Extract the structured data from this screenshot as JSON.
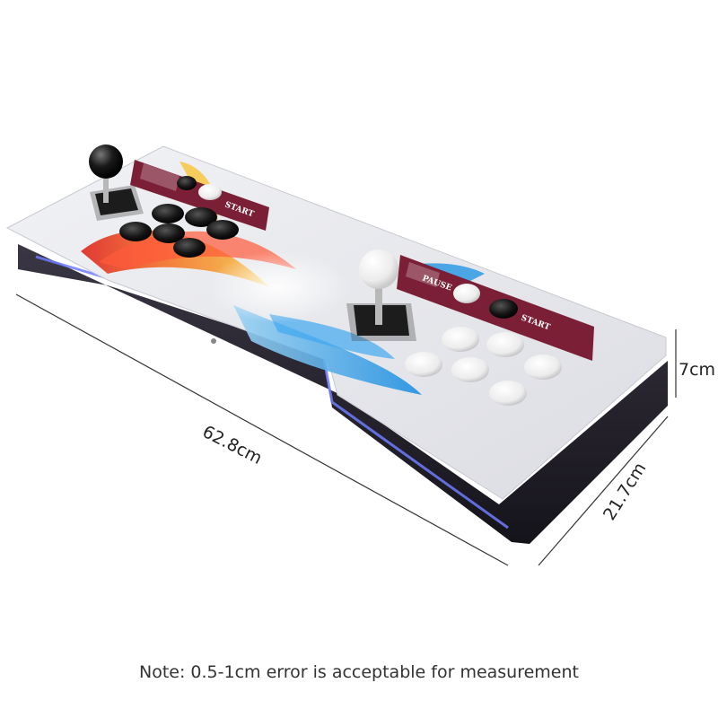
{
  "dimensions": {
    "length": "62.8cm",
    "depth": "21.7cm",
    "height": "7cm"
  },
  "panel_labels": {
    "p1_start": "START",
    "p2_pause": "PAUSE",
    "p2_start": "START"
  },
  "note": "Note: 0.5-1cm error is acceptable for measurement",
  "colors": {
    "panel": "#e6e7ec",
    "base": "#2a2730",
    "maroon_band": "#7a1f35",
    "p1_buttons": "#111111",
    "p2_buttons": "#f4f4f4",
    "led_glow": "#6f7cff"
  }
}
